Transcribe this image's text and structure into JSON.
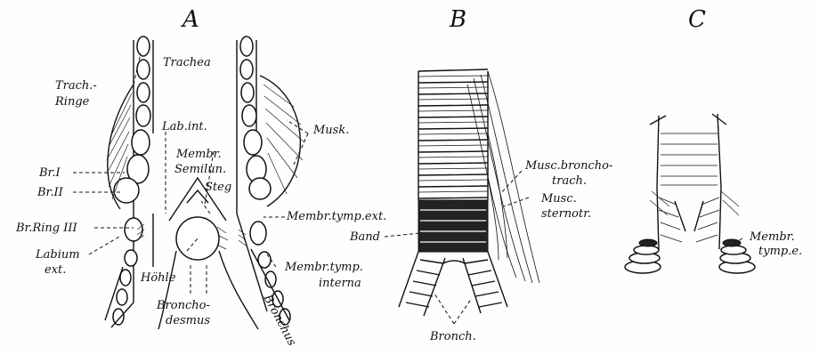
{
  "panels": {
    "a": {
      "letter": "A",
      "labels": {
        "trachea": "Trachea",
        "trach_ringe_1": "Trach.-",
        "trach_ringe_2": "Ringe",
        "lab_int": "Lab.int.",
        "musk": "Musk.",
        "membr_semilun_1": "Membr.",
        "membr_semilun_2": "Semilun.",
        "steg": "Steg",
        "br_i": "Br.I",
        "br_ii": "Br.II",
        "br_ring_iii": "Br.Ring III",
        "membr_tymp_ext": "Membr.tymp.ext.",
        "labium_ext_1": "Labium",
        "labium_ext_2": "ext.",
        "hohle": "Höhle",
        "membr_tymp_interna_1": "Membr.tymp.",
        "membr_tymp_interna_2": "interna",
        "bronchodesmus_1": "Broncho-",
        "bronchodesmus_2": "desmus",
        "bronchus": "Bronchus"
      }
    },
    "b": {
      "letter": "B",
      "labels": {
        "musc_bronchotrach_1": "Musc.broncho-",
        "musc_bronchotrach_2": "trach.",
        "musc_sternotr_1": "Musc.",
        "musc_sternotr_2": "sternotr.",
        "band": "Band",
        "bronch": "Bronch."
      }
    },
    "c": {
      "letter": "C",
      "labels": {
        "membr_tymp_e_1": "Membr.",
        "membr_tymp_e_2": "tymp.e."
      }
    }
  }
}
